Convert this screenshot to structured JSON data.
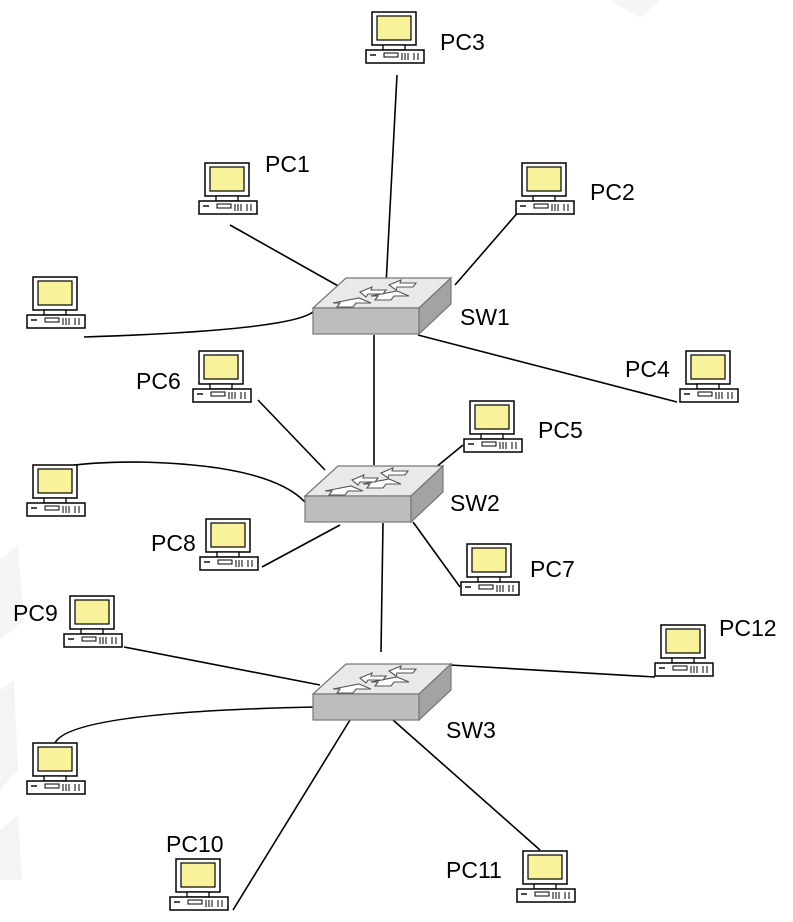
{
  "switches": [
    {
      "id": "sw1",
      "label": "SW1"
    },
    {
      "id": "sw2",
      "label": "SW2"
    },
    {
      "id": "sw3",
      "label": "SW3"
    }
  ],
  "pcs": [
    {
      "id": "pc1",
      "label": "PC1"
    },
    {
      "id": "pc2",
      "label": "PC2"
    },
    {
      "id": "pc3",
      "label": "PC3"
    },
    {
      "id": "pc4",
      "label": "PC4"
    },
    {
      "id": "pc5",
      "label": "PC5"
    },
    {
      "id": "pc6",
      "label": "PC6"
    },
    {
      "id": "pc7",
      "label": "PC7"
    },
    {
      "id": "pc8",
      "label": "PC8"
    },
    {
      "id": "pc9",
      "label": "PC9"
    },
    {
      "id": "pc10",
      "label": "PC10"
    },
    {
      "id": "pc11",
      "label": "PC11"
    },
    {
      "id": "pc12",
      "label": "PC12"
    },
    {
      "id": "pc-sw1-unlabeled",
      "label": ""
    },
    {
      "id": "pc-sw2-unlabeled",
      "label": ""
    },
    {
      "id": "pc-sw3-unlabeled",
      "label": ""
    }
  ],
  "colors": {
    "screen": "#f8f39a",
    "switch_top": "#e9e9e9",
    "switch_front": "#bdbdbd",
    "line": "#000000",
    "watermark": "#e6e6e6"
  }
}
